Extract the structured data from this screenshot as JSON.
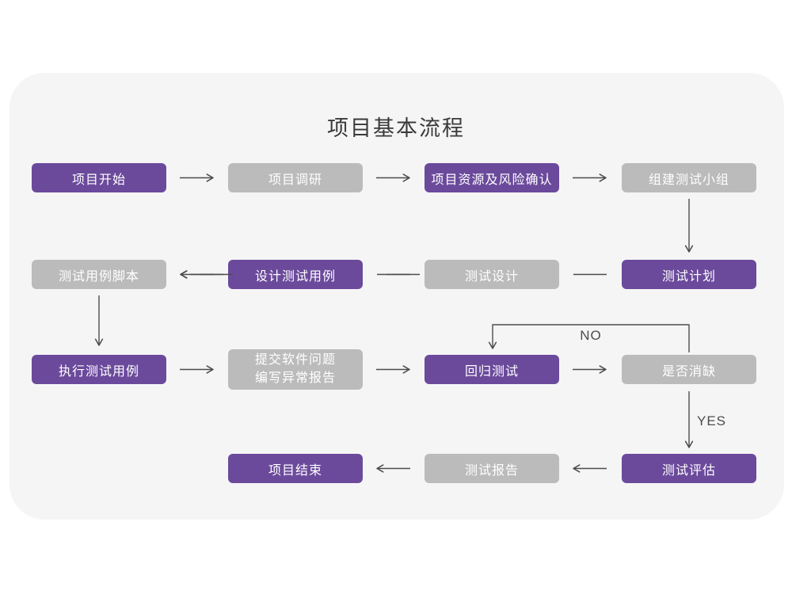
{
  "title": "项目基本流程",
  "colors": {
    "background": "#ffffff",
    "card": "#f5f5f6",
    "node_purple": "#6b4a9c",
    "node_gray": "#bbbbbc",
    "node_text": "#ffffff",
    "arrow": "#4c4c4e",
    "title_text": "#3a3a3a"
  },
  "branch_labels": {
    "no": "NO",
    "yes": "YES"
  },
  "nodes": [
    {
      "id": "project-start",
      "label": "项目开始",
      "variant": "purple"
    },
    {
      "id": "project-research",
      "label": "项目调研",
      "variant": "gray"
    },
    {
      "id": "resource-risk-confirm",
      "label": "项目资源及风险确认",
      "variant": "purple"
    },
    {
      "id": "build-test-team",
      "label": "组建测试小组",
      "variant": "gray"
    },
    {
      "id": "test-case-script",
      "label": "测试用例脚本",
      "variant": "gray"
    },
    {
      "id": "design-test-case",
      "label": "设计测试用例",
      "variant": "purple"
    },
    {
      "id": "test-design",
      "label": "测试设计",
      "variant": "gray"
    },
    {
      "id": "test-plan",
      "label": "测试计划",
      "variant": "purple"
    },
    {
      "id": "execute-test-case",
      "label": "执行测试用例",
      "variant": "purple"
    },
    {
      "id": "submit-issue-report",
      "label_line1": "提交软件问题",
      "label_line2": "编写异常报告",
      "variant": "gray"
    },
    {
      "id": "regression-test",
      "label": "回归测试",
      "variant": "purple"
    },
    {
      "id": "defect-cleared-check",
      "label": "是否消缺",
      "variant": "gray"
    },
    {
      "id": "project-end",
      "label": "项目结束",
      "variant": "purple"
    },
    {
      "id": "test-report",
      "label": "测试报告",
      "variant": "gray"
    },
    {
      "id": "test-evaluation",
      "label": "测试评估",
      "variant": "purple"
    }
  ]
}
